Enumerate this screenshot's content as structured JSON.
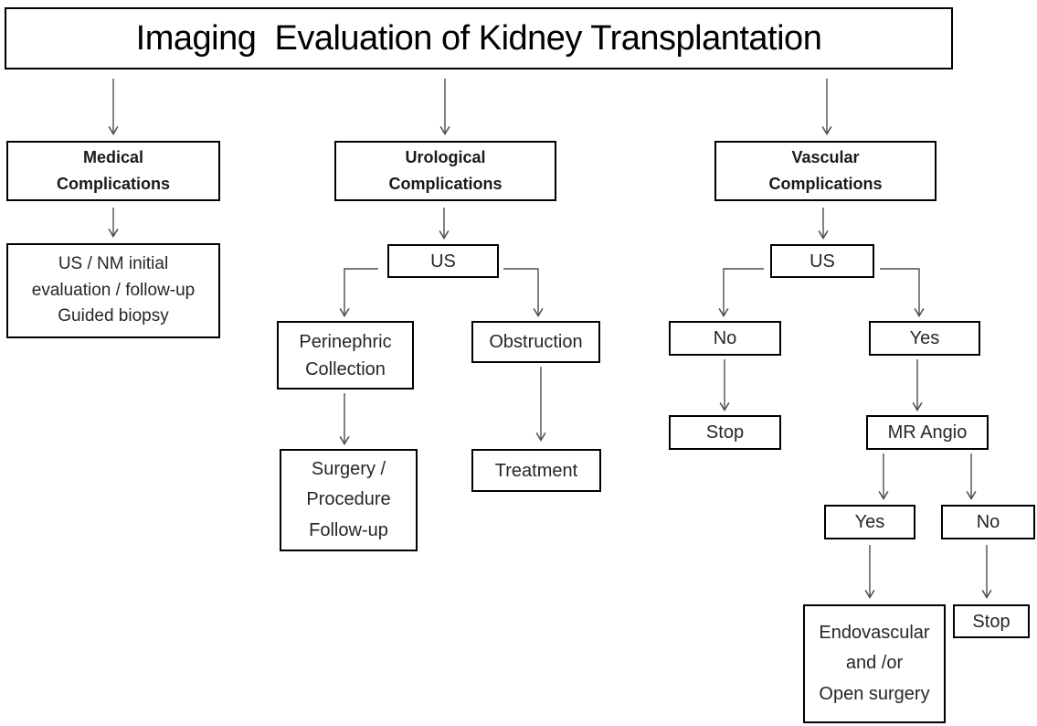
{
  "title": "Imaging  Evaluation of Kidney Transplantation",
  "colors": {
    "background": "#ffffff",
    "box_border": "#000000",
    "connector": "#4d4d4d",
    "text": "#262626"
  },
  "branches": {
    "medical": {
      "header": {
        "lines": [
          "Medical",
          "Complications"
        ]
      },
      "evaluation": {
        "lines": [
          "US / NM initial",
          "evaluation / follow-up",
          "Guided biopsy"
        ]
      }
    },
    "urological": {
      "header": {
        "lines": [
          "Urological",
          "Complications"
        ]
      },
      "us": {
        "lines": [
          "US"
        ]
      },
      "perinephric": {
        "lines": [
          "Perinephric",
          "Collection"
        ]
      },
      "obstruction": {
        "lines": [
          "Obstruction"
        ]
      },
      "surgery": {
        "lines": [
          "Surgery /",
          "Procedure",
          "Follow-up"
        ]
      },
      "treatment": {
        "lines": [
          "Treatment"
        ]
      }
    },
    "vascular": {
      "header": {
        "lines": [
          "Vascular",
          "Complications"
        ]
      },
      "us": {
        "lines": [
          "US"
        ]
      },
      "no": {
        "lines": [
          "No"
        ]
      },
      "yes": {
        "lines": [
          "Yes"
        ]
      },
      "stop": {
        "lines": [
          "Stop"
        ]
      },
      "mr_angio": {
        "lines": [
          "MR Angio"
        ]
      },
      "mr_yes": {
        "lines": [
          "Yes"
        ]
      },
      "mr_no": {
        "lines": [
          "No"
        ]
      },
      "endovascular": {
        "lines": [
          "Endovascular",
          "and /or",
          "Open surgery"
        ]
      },
      "mr_stop": {
        "lines": [
          "Stop"
        ]
      }
    }
  },
  "edges": [
    {
      "from": "title",
      "to": "medical-complications"
    },
    {
      "from": "title",
      "to": "urological-complications"
    },
    {
      "from": "title",
      "to": "vascular-complications"
    },
    {
      "from": "medical-complications",
      "to": "us-nm-evaluation"
    },
    {
      "from": "urological-complications",
      "to": "urological-us"
    },
    {
      "from": "urological-us",
      "to": "perinephric-collection"
    },
    {
      "from": "urological-us",
      "to": "obstruction"
    },
    {
      "from": "perinephric-collection",
      "to": "surgery-procedure-followup"
    },
    {
      "from": "obstruction",
      "to": "treatment"
    },
    {
      "from": "vascular-complications",
      "to": "vascular-us"
    },
    {
      "from": "vascular-us",
      "to": "vascular-no"
    },
    {
      "from": "vascular-us",
      "to": "vascular-yes"
    },
    {
      "from": "vascular-no",
      "to": "vascular-stop"
    },
    {
      "from": "vascular-yes",
      "to": "mr-angio"
    },
    {
      "from": "mr-angio",
      "to": "mr-angio-yes"
    },
    {
      "from": "mr-angio",
      "to": "mr-angio-no"
    },
    {
      "from": "mr-angio-yes",
      "to": "endovascular-open-surgery"
    },
    {
      "from": "mr-angio-no",
      "to": "mr-angio-stop"
    }
  ]
}
